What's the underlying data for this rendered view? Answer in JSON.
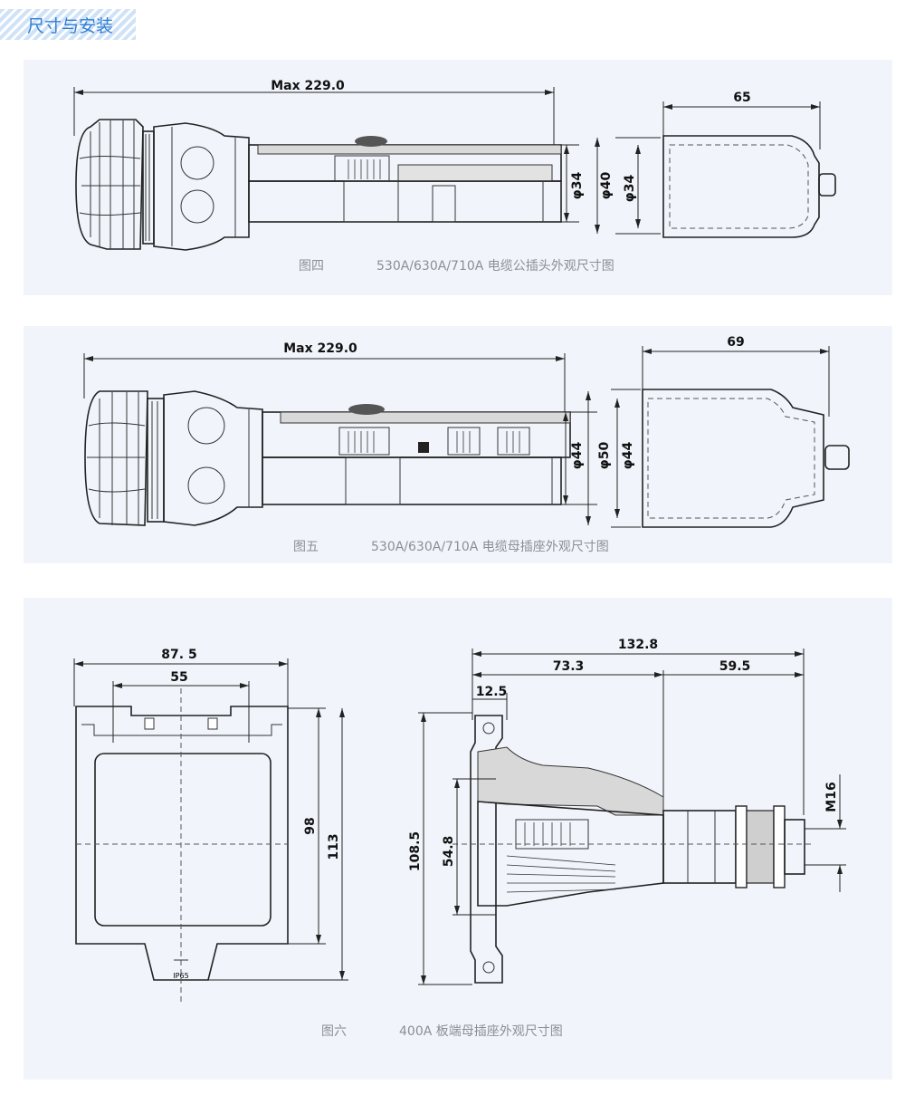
{
  "header": {
    "title": "尺寸与安装"
  },
  "figures": [
    {
      "id": "fig4",
      "number": "图四",
      "caption": "530A/630A/710A 电缆公插头外观尺寸图",
      "dims": {
        "length": "Max 229.0",
        "cap_length": "65",
        "dia1": "φ34",
        "dia2": "φ40",
        "dia3": "φ34"
      }
    },
    {
      "id": "fig5",
      "number": "图五",
      "caption": "530A/630A/710A 电缆母插座外观尺寸图",
      "dims": {
        "length": "Max 229.0",
        "cap_length": "69",
        "dia1": "φ44",
        "dia2": "φ50",
        "dia3": "φ44"
      }
    },
    {
      "id": "fig6",
      "number": "图六",
      "caption": "400A 板端母插座外观尺寸图",
      "dims": {
        "width": "87. 5",
        "inner_width": "55",
        "height1": "98",
        "height2": "113",
        "total_length": "132.8",
        "front_length": "73.3",
        "rear_length": "59.5",
        "flange": "12.5",
        "side_height": "108.5",
        "bore": "54.8",
        "thread": "M16",
        "rating_mark": "IP65"
      }
    }
  ],
  "colors": {
    "accent": "#2f7fd6",
    "panel_bg": "#f1f5fb",
    "caption": "#8a8f96"
  }
}
